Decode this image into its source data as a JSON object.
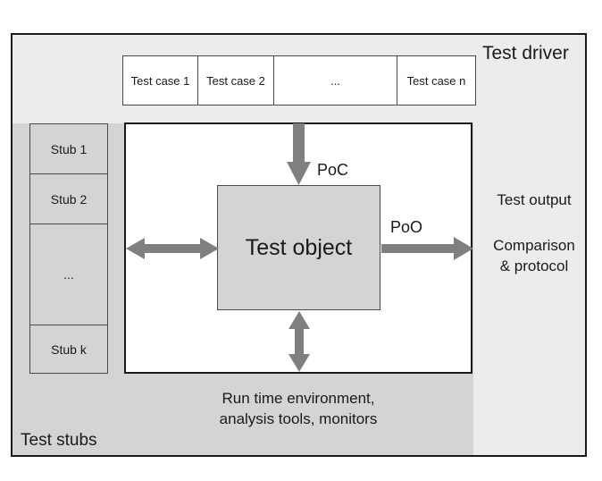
{
  "test_driver": {
    "label": "Test driver",
    "test_cases": [
      "Test case 1",
      "Test case 2",
      "...",
      "Test case n"
    ]
  },
  "test_stubs": {
    "label": "Test stubs",
    "stubs": [
      "Stub 1",
      "Stub 2",
      "...",
      "Stub k"
    ]
  },
  "test_object": {
    "label": "Test object"
  },
  "poc_label": "PoC",
  "poo_label": "PoO",
  "test_output": {
    "label": "Test output",
    "comparison_line1": "Comparison",
    "comparison_line2": "& protocol"
  },
  "environment": {
    "line1": "Run time environment,",
    "line2": "analysis tools, monitors"
  },
  "colors": {
    "frame_bg": "#ececec",
    "stub_region_bg": "#d4d4d4",
    "arrow": "#7f7f7f"
  }
}
